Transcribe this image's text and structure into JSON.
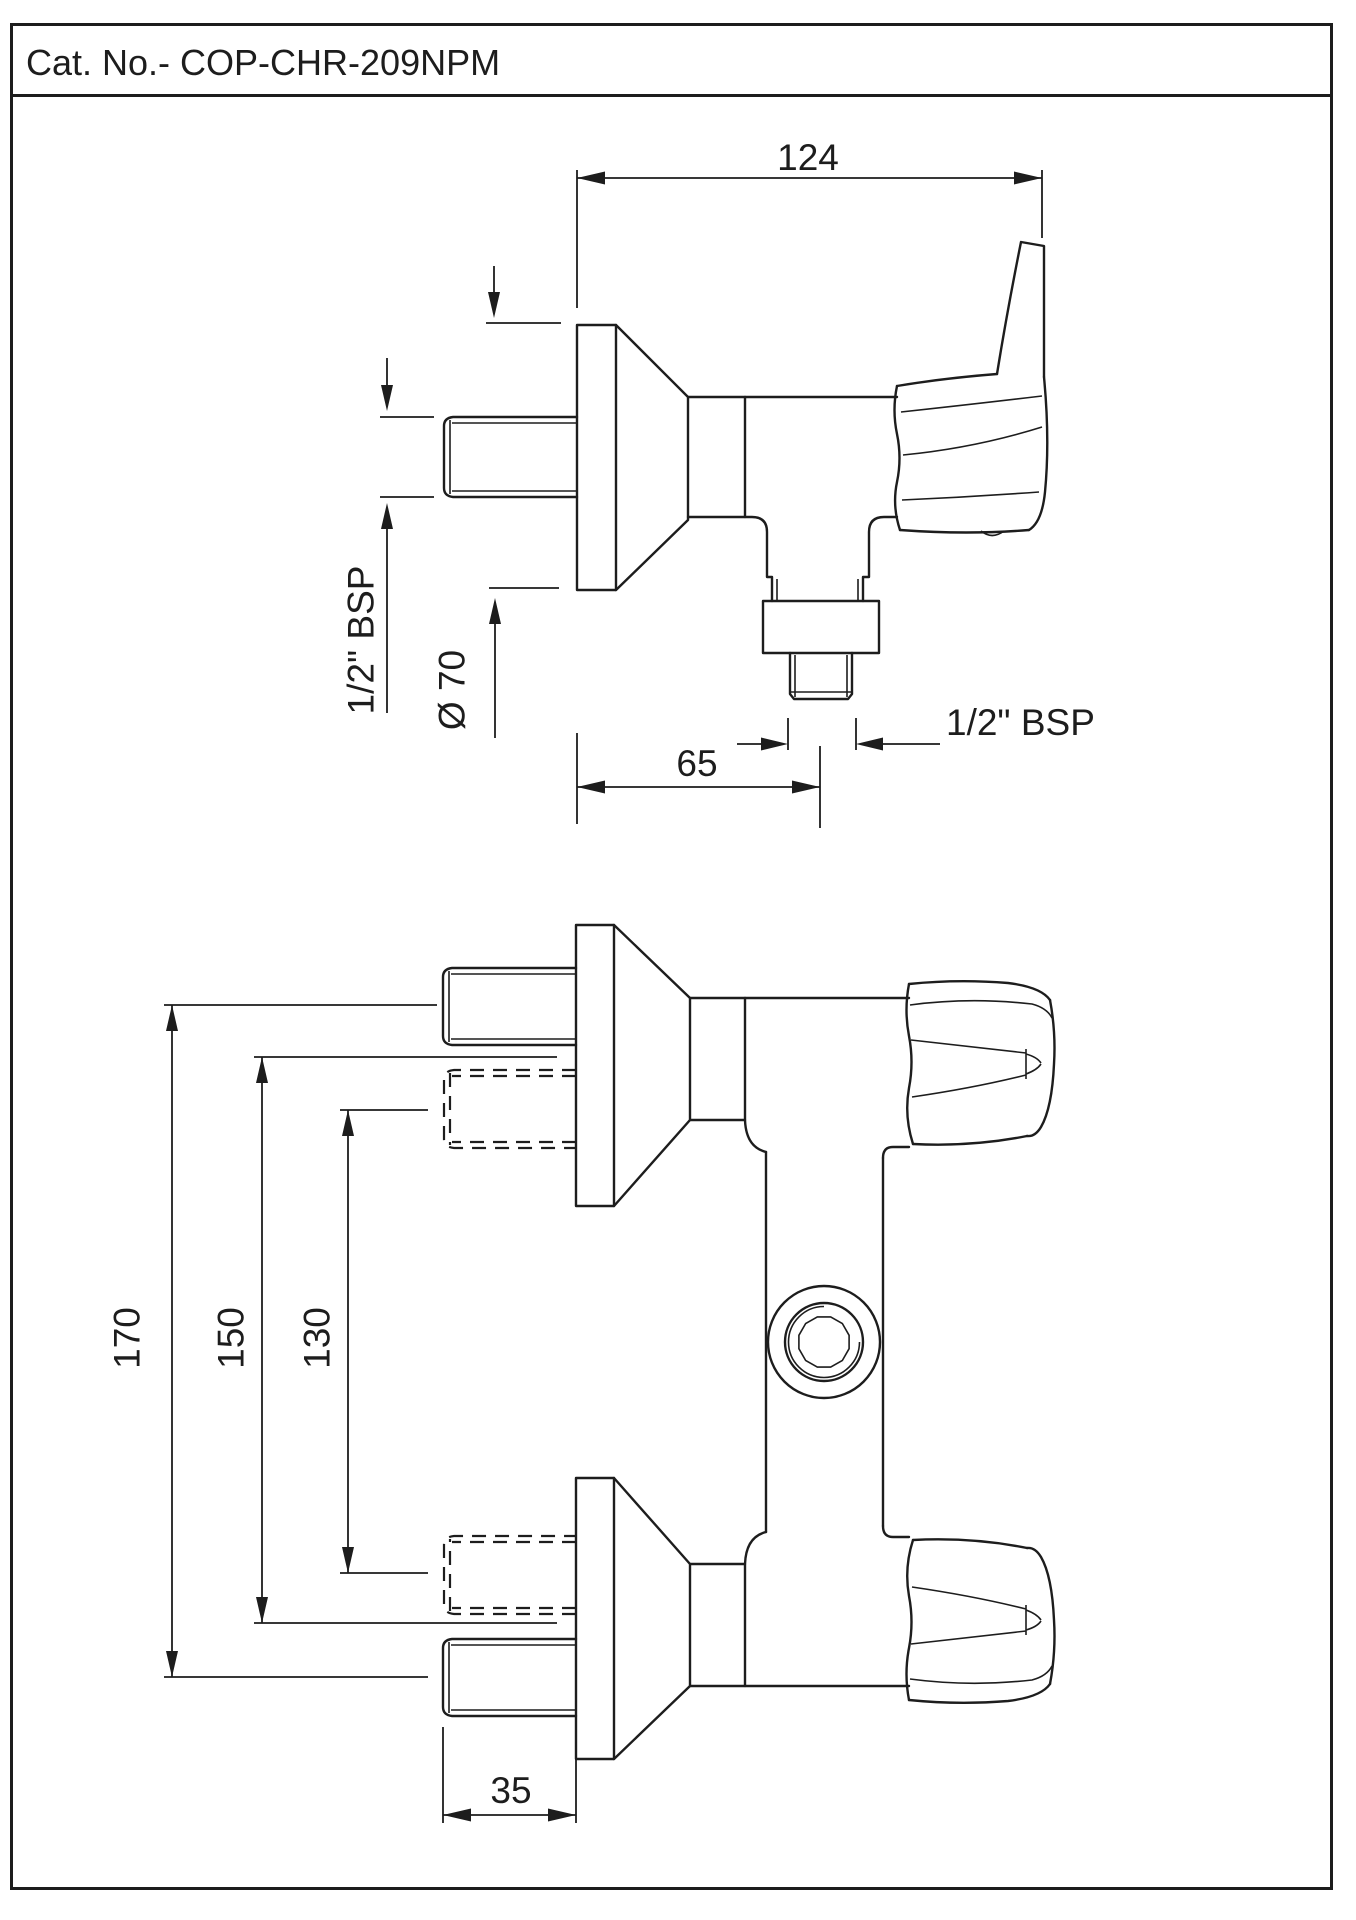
{
  "title": "Cat. No.- COP-CHR-209NPM",
  "side_view": {
    "labels": {
      "overall_width": "124",
      "outlet_offset": "65",
      "flange_diameter": "Ø 70",
      "inlet_thread": "1/2\" BSP",
      "outlet_thread": "1/2\" BSP"
    }
  },
  "front_view": {
    "labels": {
      "center_distance_outer": "170",
      "center_distance_mid": "150",
      "center_distance_inner": "130",
      "inlet_projection": "35"
    }
  },
  "colors": {
    "line": "#1d1d1d",
    "background": "#ffffff"
  }
}
